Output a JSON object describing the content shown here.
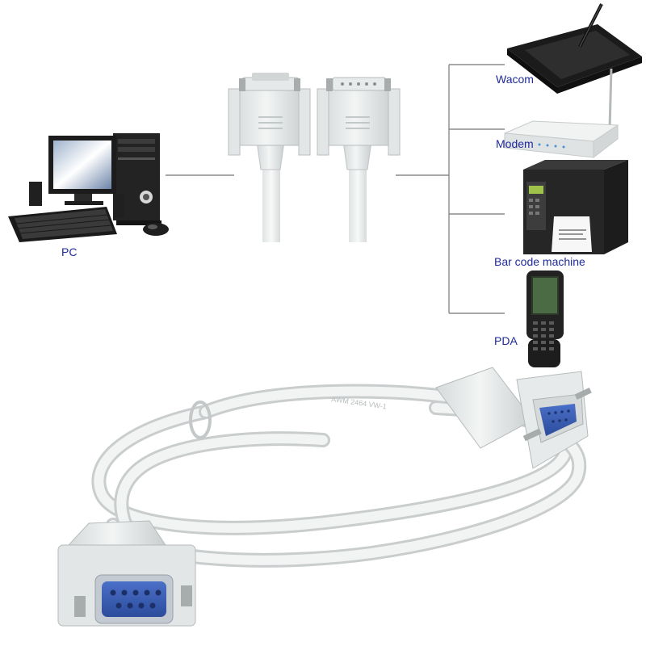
{
  "labels": {
    "pc": "PC",
    "wacom": "Wacom",
    "modem": "Modem",
    "barcode": "Bar code machine",
    "pda": "PDA"
  },
  "cable_print": "AWM 2464 VW-1",
  "colors": {
    "label_text": "#1f2a9c",
    "line": "#8a8a8a",
    "cable": "#e9ecec",
    "connector_pins": "#3a5bb0"
  }
}
